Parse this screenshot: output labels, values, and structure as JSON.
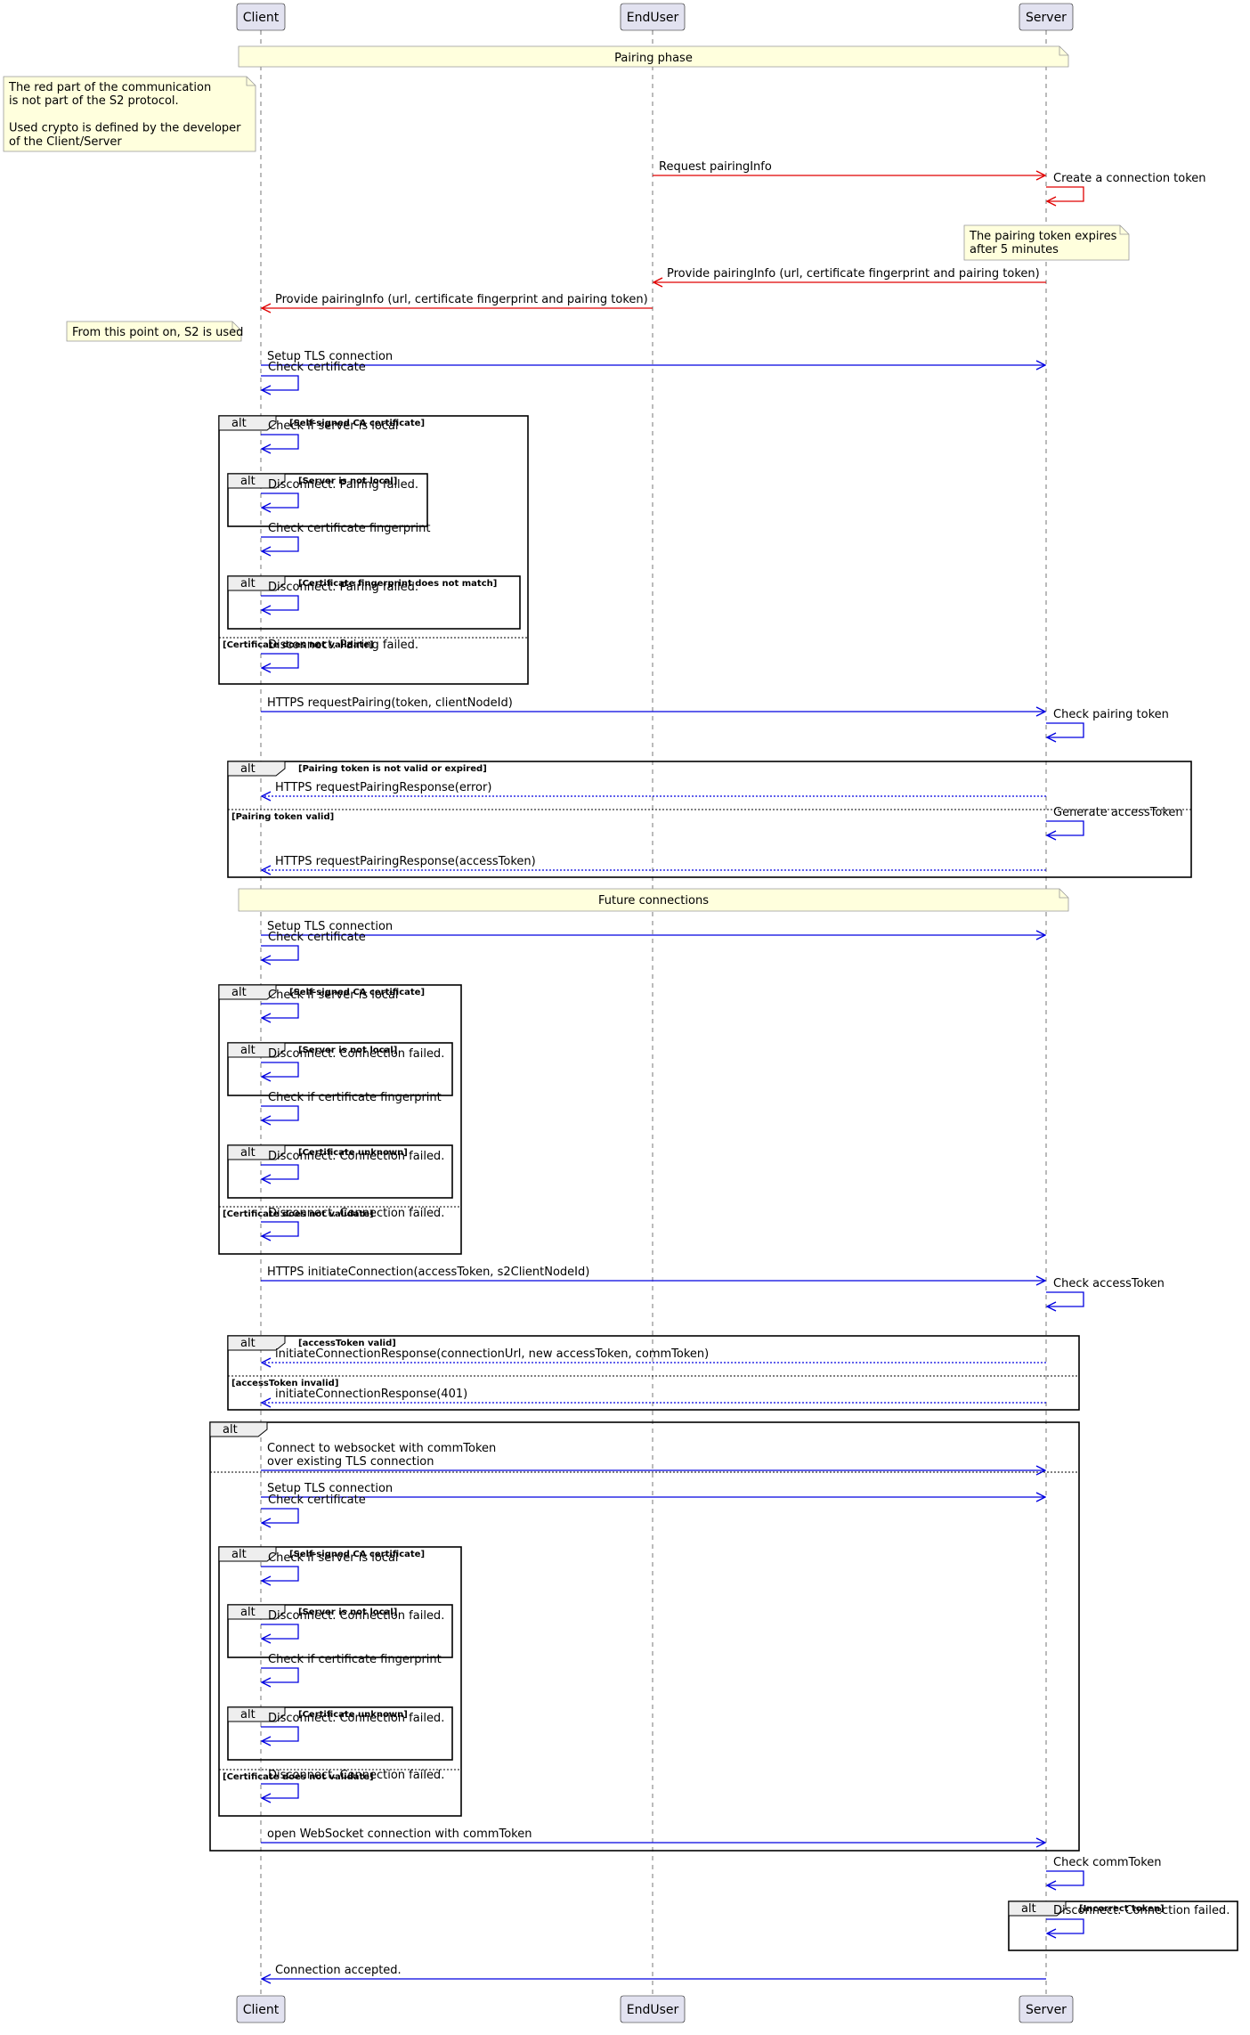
{
  "participants": [
    "Client",
    "EndUser",
    "Server"
  ],
  "colors": {
    "red": "#e00000",
    "blue": "#0000e0",
    "note_fill": "#ffffdd",
    "note_stroke": "#999999",
    "participant_fill": "#e2e2f0",
    "frame_tab": "#eeeeee"
  },
  "notes": [
    {
      "lines": [
        "Pairing phase"
      ]
    },
    {
      "lines": [
        "The red part of the communication",
        "is not part of the S2 protocol.",
        "",
        "Used crypto is defined by the developer",
        "of the Client/Server"
      ]
    },
    {
      "lines": [
        "The pairing token expires",
        "after 5 minutes"
      ]
    },
    {
      "lines": [
        "From this point on, S2 is used"
      ]
    },
    {
      "lines": [
        "Future connections"
      ]
    }
  ],
  "messages": [
    {
      "text": [
        "Request pairingInfo"
      ],
      "color": "red"
    },
    {
      "text": [
        "Create a connection token"
      ],
      "color": "red"
    },
    {
      "text": [
        "Provide pairingInfo (url, certificate fingerprint and pairing token)"
      ],
      "color": "red"
    },
    {
      "text": [
        "Provide pairingInfo (url, certificate fingerprint and pairing token)"
      ],
      "color": "red"
    },
    {
      "text": [
        "Setup TLS connection"
      ],
      "color": "blue"
    },
    {
      "text": [
        "Check certificate"
      ],
      "color": "blue"
    },
    {
      "text": [
        "Check if server is local"
      ],
      "color": "blue"
    },
    {
      "text": [
        "Disconnect. Pairing failed."
      ],
      "color": "blue"
    },
    {
      "text": [
        "Check certificate fingerprint"
      ],
      "color": "blue"
    },
    {
      "text": [
        "Disconnect. Pairing failed."
      ],
      "color": "blue"
    },
    {
      "text": [
        "Disconnect. Pairing failed."
      ],
      "color": "blue"
    },
    {
      "text": [
        "HTTPS requestPairing(token, clientNodeId)"
      ],
      "color": "blue"
    },
    {
      "text": [
        "Check pairing token"
      ],
      "color": "blue"
    },
    {
      "text": [
        "HTTPS requestPairingResponse(error)"
      ],
      "color": "blue"
    },
    {
      "text": [
        "Generate accessToken"
      ],
      "color": "blue"
    },
    {
      "text": [
        "HTTPS requestPairingResponse(accessToken)"
      ],
      "color": "blue"
    },
    {
      "text": [
        "Setup TLS connection"
      ],
      "color": "blue"
    },
    {
      "text": [
        "Check certificate"
      ],
      "color": "blue"
    },
    {
      "text": [
        "Check if server is local"
      ],
      "color": "blue"
    },
    {
      "text": [
        "Disconnect. Connection failed."
      ],
      "color": "blue"
    },
    {
      "text": [
        "Check if certificate fingerprint"
      ],
      "color": "blue"
    },
    {
      "text": [
        "Disconnect. Connection failed."
      ],
      "color": "blue"
    },
    {
      "text": [
        "Disconnect. Connection failed."
      ],
      "color": "blue"
    },
    {
      "text": [
        "HTTPS initiateConnection(accessToken, s2ClientNodeId)"
      ],
      "color": "blue"
    },
    {
      "text": [
        "Check accessToken"
      ],
      "color": "blue"
    },
    {
      "text": [
        "initiateConnectionResponse(connectionUrl, new accessToken, commToken)"
      ],
      "color": "blue"
    },
    {
      "text": [
        "initiateConnectionResponse(401)"
      ],
      "color": "blue"
    },
    {
      "text": [
        "Connect to websocket with commToken",
        "over existing TLS connection"
      ],
      "color": "blue"
    },
    {
      "text": [
        "Setup TLS connection"
      ],
      "color": "blue"
    },
    {
      "text": [
        "Check certificate"
      ],
      "color": "blue"
    },
    {
      "text": [
        "Check if server is local"
      ],
      "color": "blue"
    },
    {
      "text": [
        "Disconnect. Connection failed."
      ],
      "color": "blue"
    },
    {
      "text": [
        "Check if certificate fingerprint"
      ],
      "color": "blue"
    },
    {
      "text": [
        "Disconnect. Connection failed."
      ],
      "color": "blue"
    },
    {
      "text": [
        "Disconnect. Connection failed."
      ],
      "color": "blue"
    },
    {
      "text": [
        "open WebSocket connection with commToken"
      ],
      "color": "blue"
    },
    {
      "text": [
        "Check commToken"
      ],
      "color": "blue"
    },
    {
      "text": [
        "Disconnect. Connection failed."
      ],
      "color": "blue"
    },
    {
      "text": [
        "Connection accepted."
      ],
      "color": "blue"
    }
  ],
  "frames": [
    {
      "keyword": "alt",
      "guards": [
        "[Self-signed CA certificate]",
        "[Certificate does not validate]"
      ]
    },
    {
      "keyword": "alt",
      "guards": [
        "[Server is not local]"
      ]
    },
    {
      "keyword": "alt",
      "guards": [
        "[Certificate fingerprint does not match]"
      ]
    },
    {
      "keyword": "alt",
      "guards": [
        "[Pairing token is not valid or expired]",
        "[Pairing token valid]"
      ]
    },
    {
      "keyword": "alt",
      "guards": [
        "[Self-signed CA certificate]",
        "[Certificate does not validate]"
      ]
    },
    {
      "keyword": "alt",
      "guards": [
        "[Server is not local]"
      ]
    },
    {
      "keyword": "alt",
      "guards": [
        "[Certificate unknown]"
      ]
    },
    {
      "keyword": "alt",
      "guards": [
        "[accessToken valid]",
        "[accessToken invalid]"
      ]
    },
    {
      "keyword": "alt",
      "guards": []
    },
    {
      "keyword": "alt",
      "guards": [
        "[Self-signed CA certificate]",
        "[Certificate does not validate]"
      ]
    },
    {
      "keyword": "alt",
      "guards": [
        "[Server is not local]"
      ]
    },
    {
      "keyword": "alt",
      "guards": [
        "[Certificate unknown]"
      ]
    },
    {
      "keyword": "alt",
      "guards": [
        "[Incorrect token]"
      ]
    }
  ]
}
